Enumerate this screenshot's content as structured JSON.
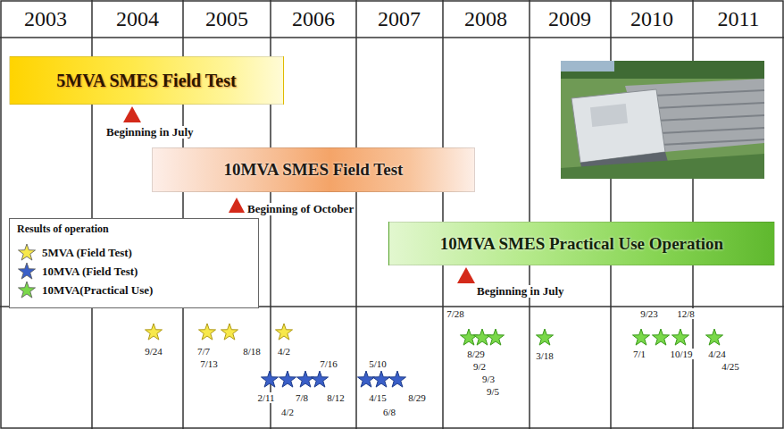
{
  "diagram": {
    "nodes": [
      {
        "text": [
          "5MVA SMES Field Test"
        ]
      },
      {
        "text": [
          "10MVA SMES Field Test"
        ]
      },
      {
        "text": [
          "10MVA SMES Practical Use Operation"
        ]
      }
    ],
    "labels": [
      "2003",
      "2004",
      "2005",
      "2006",
      "2007",
      "2008",
      "2009",
      "2010",
      "2011",
      "Beginning in July",
      "Beginning of October",
      "Beginning in July",
      "Results of operation",
      "9/24",
      "7/7",
      "7/13",
      "8/18",
      "4/2",
      "2/11",
      "7/16",
      "7/8",
      "4/2",
      "8/12",
      "5/10",
      "4/15",
      "8/29",
      "6/8",
      "7/28",
      "8/29",
      "9/2",
      "9/3",
      "9/5",
      "3/18",
      "9/23",
      "12/8",
      "7/1",
      "10/19",
      "4/24",
      "4/25"
    ],
    "legend": [
      {
        "text": "5MVA (Field Test)",
        "color": "#f7e84a"
      },
      {
        "text": "10MVA (Field Test)",
        "color": "#3a5fc8"
      },
      {
        "text": "10MVA(Practical Use)",
        "color": "#7ad84a"
      }
    ]
  }
}
